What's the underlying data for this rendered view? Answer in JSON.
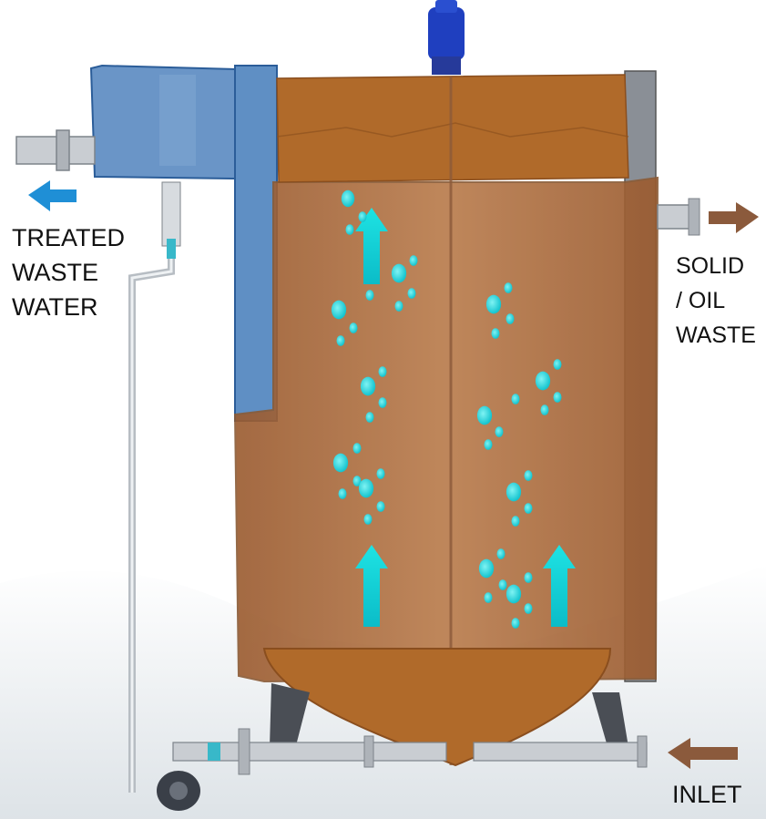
{
  "labels": {
    "treated": [
      "TREATED",
      "WASTE",
      "WATER"
    ],
    "solid": [
      "SOLID",
      "/ OIL",
      "WASTE"
    ],
    "inlet": "INLET"
  },
  "colors": {
    "brown_fill": "#b06a2a",
    "brown_arrow": "#8b5a3c",
    "blue_arrow": "#1f8fd6",
    "bubble": "#2ad6d6",
    "metal": "#8a8f96",
    "dark_metal": "#4a4e55",
    "blue_box": "#5f8fc4",
    "motor": "#1f3fbf"
  },
  "icons": {
    "outlet_left": "arrow-left-icon",
    "outlet_right": "arrow-right-icon",
    "inlet": "arrow-left-icon",
    "flow": "arrow-up-icon",
    "bubble": "air-bubble-icon"
  }
}
